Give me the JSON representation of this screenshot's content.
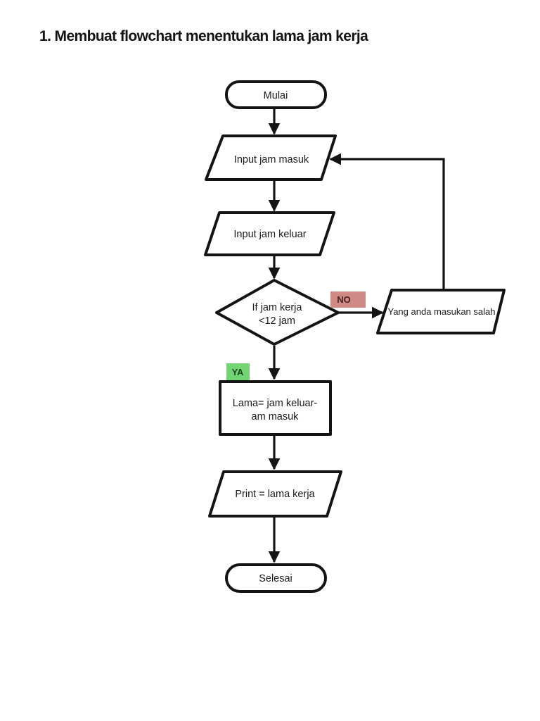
{
  "page": {
    "title": "1. Membuat flowchart menentukan lama jam kerja",
    "background": "#ffffff"
  },
  "nodes": {
    "start": {
      "type": "terminator",
      "label": "Mulai"
    },
    "input_masuk": {
      "type": "input-parallelogram",
      "label": "Input jam masuk"
    },
    "input_keluar": {
      "type": "input-parallelogram",
      "label": "Input jam keluar"
    },
    "decision": {
      "type": "decision-diamond",
      "line1": "If jam kerja",
      "line2": "<12 jam"
    },
    "error": {
      "type": "output-parallelogram",
      "label": "Yang anda masukan salah"
    },
    "process": {
      "type": "process-rectangle",
      "line1": "Lama= jam keluar-",
      "line2": "am masuk"
    },
    "print": {
      "type": "output-parallelogram",
      "label": "Print = lama kerja"
    },
    "end": {
      "type": "terminator",
      "label": "Selesai"
    }
  },
  "edge_labels": {
    "no": {
      "text": "NO",
      "bg": "#cf8a85",
      "fg": "#47201d"
    },
    "ya": {
      "text": "YA",
      "bg": "#72d372",
      "fg": "#1d4a1d"
    }
  },
  "colors": {
    "stroke": "#141414",
    "shape_fill": "#ffffff",
    "text": "#1a1a1a"
  }
}
